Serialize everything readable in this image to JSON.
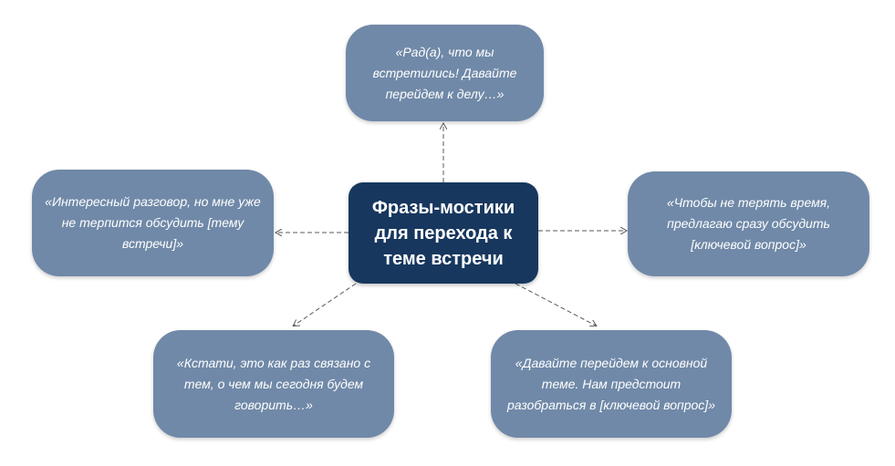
{
  "diagram": {
    "center": {
      "text": "Фразы-мостики для перехода к теме встречи"
    },
    "phrases": {
      "top": "«Рад(а), что мы встретились! Давайте перейдем к делу…»",
      "left": "«Интересный разговор, но мне уже не терпится обсудить [тему встречи]»",
      "right": "«Чтобы не терять время, предлагаю сразу обсудить [ключевой вопрос]»",
      "bottom_left": "«Кстати, это как раз связано с тем, о чем мы сегодня будем говорить…»",
      "bottom_right": "«Давайте перейдем к основной теме. Нам предстоит разобраться в [ключевой вопрос]»"
    },
    "colors": {
      "center_fill": "#17375e",
      "phrase_fill": "#7089a8",
      "connector": "#595959",
      "text": "#ffffff"
    }
  }
}
